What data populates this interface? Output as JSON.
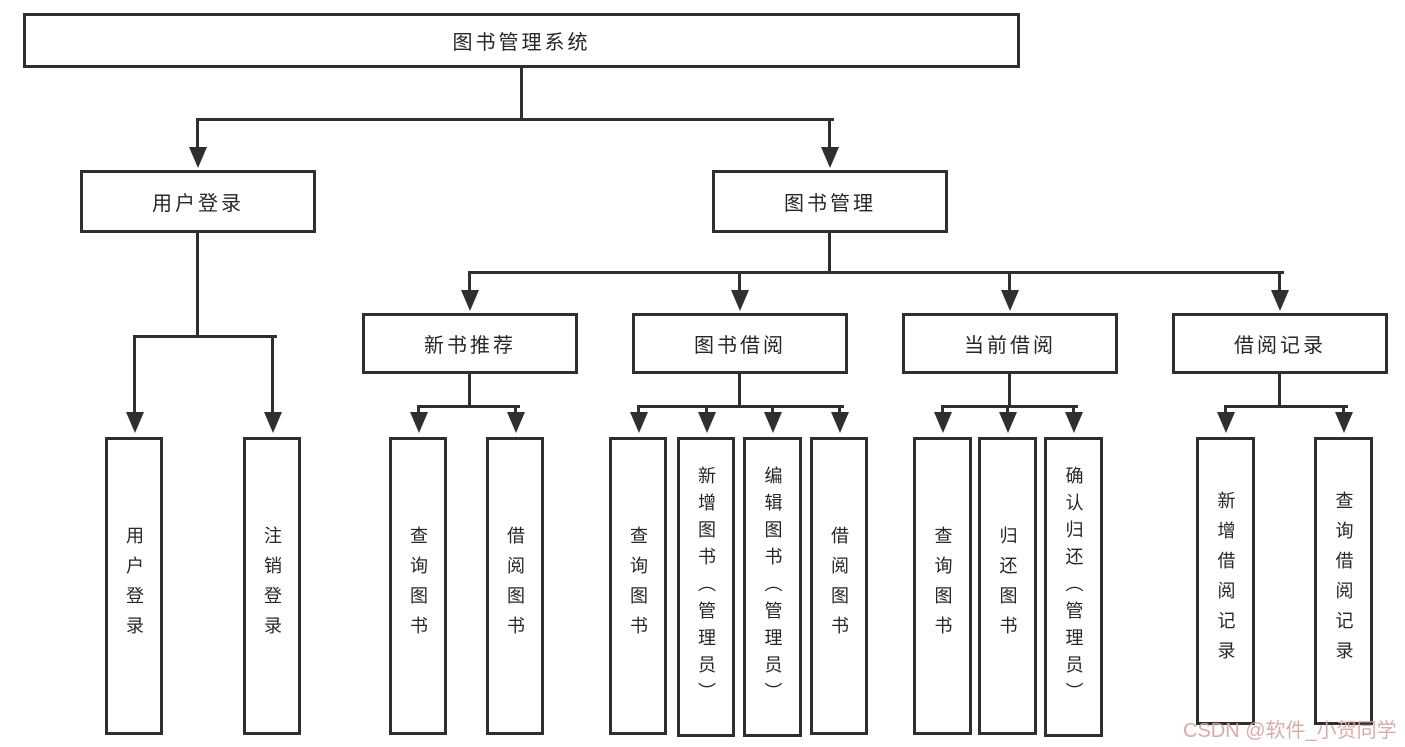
{
  "tree": {
    "root": {
      "label": "图书管理系统"
    },
    "level2": [
      {
        "label": "用户登录"
      },
      {
        "label": "图书管理"
      }
    ],
    "level3": [
      {
        "label": "新书推荐"
      },
      {
        "label": "图书借阅"
      },
      {
        "label": "当前借阅"
      },
      {
        "label": "借阅记录"
      }
    ],
    "leaves": [
      {
        "label": "用户登录"
      },
      {
        "label": "注销登录"
      },
      {
        "label": "查询图书"
      },
      {
        "label": "借阅图书"
      },
      {
        "label": "查询图书"
      },
      {
        "label": "新增图书（管理员）"
      },
      {
        "label": "编辑图书（管理员）"
      },
      {
        "label": "借阅图书"
      },
      {
        "label": "查询图书"
      },
      {
        "label": "归还图书"
      },
      {
        "label": "确认归还（管理员）"
      },
      {
        "label": "新增借阅记录"
      },
      {
        "label": "查询借阅记录"
      }
    ]
  },
  "watermark": {
    "text": "CSDN @软件_小贺同学"
  },
  "colors": {
    "line": "#2f2f2f",
    "text": "#262626",
    "background": "#ffffff",
    "watermark": "#d6a8a4"
  }
}
